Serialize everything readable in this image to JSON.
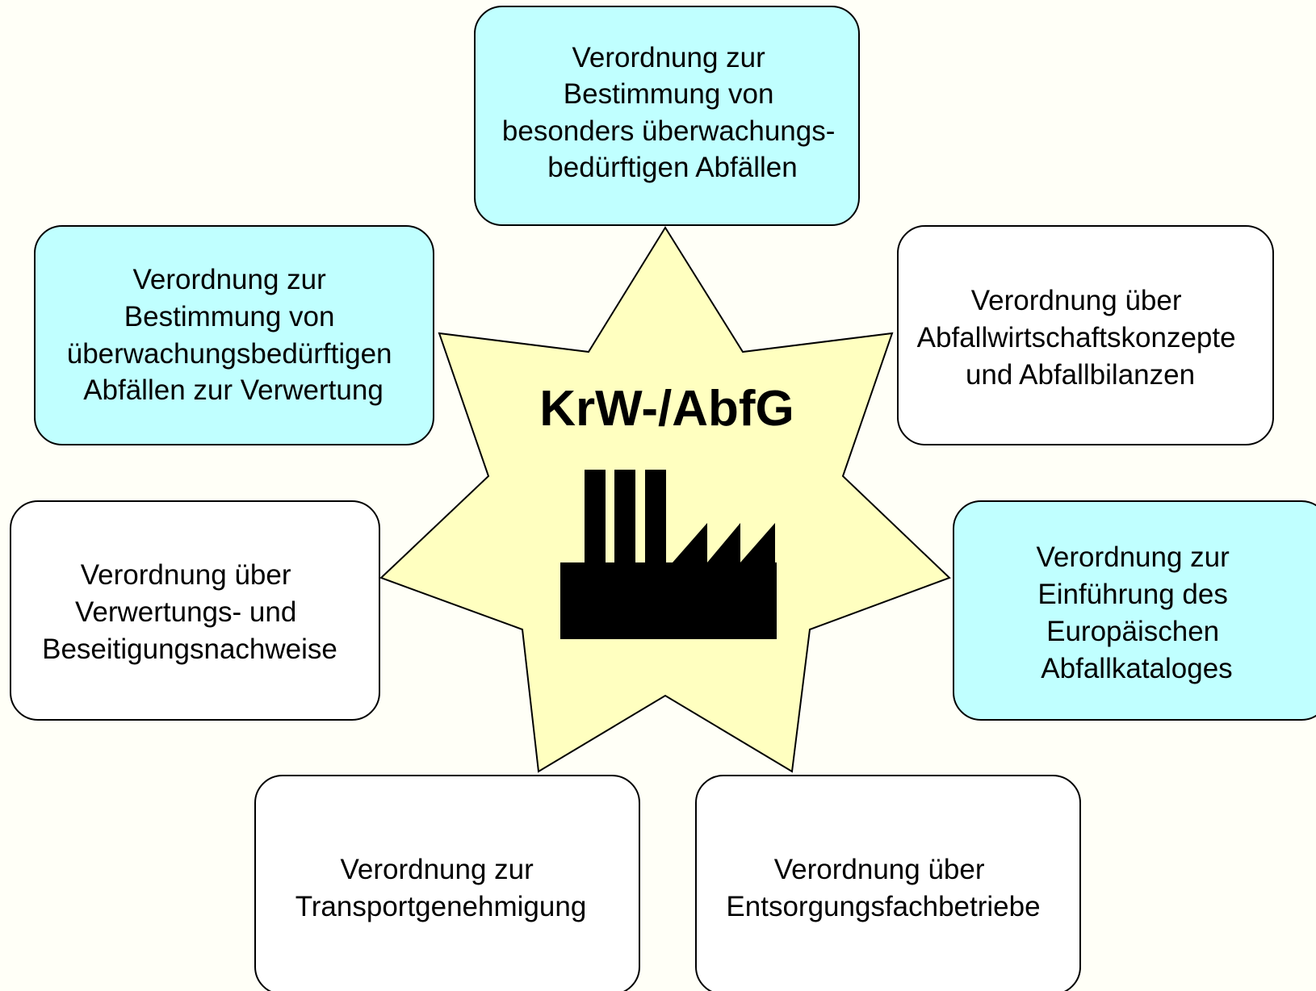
{
  "center": {
    "title": "KrW-/AbfG",
    "icon": "factory-icon",
    "star_fill": "#ffffc0"
  },
  "colors": {
    "highlight_fill": "#c0ffff",
    "plain_fill": "#ffffff",
    "stroke": "#000000"
  },
  "boxes": [
    {
      "name": "box-besonders-ueberwachungsbeduerftige-abfaelle",
      "highlight": true,
      "lines": [
        "Verordnung zur",
        "Bestimmung von",
        "besonders überwachungs-",
        "bedürftigen Abfällen"
      ]
    },
    {
      "name": "box-abfallwirtschaftskonzepte",
      "highlight": false,
      "lines": [
        "Verordnung über",
        "Abfallwirtschaftskonzepte",
        "und Abfallbilanzen"
      ]
    },
    {
      "name": "box-europaeischer-abfallkatalog",
      "highlight": true,
      "lines": [
        "Verordnung zur",
        "Einführung des",
        "Europäischen",
        "Abfallkataloges"
      ]
    },
    {
      "name": "box-entsorgungsfachbetriebe",
      "highlight": false,
      "lines": [
        "Verordnung über",
        "Entsorgungsfachbetriebe"
      ]
    },
    {
      "name": "box-transportgenehmigung",
      "highlight": false,
      "lines": [
        "Verordnung zur",
        "Transportgenehmigung"
      ]
    },
    {
      "name": "box-verwertungs-beseitigungsnachweise",
      "highlight": false,
      "lines": [
        "Verordnung über",
        "Verwertungs- und",
        "Beseitigungsnachweise"
      ]
    },
    {
      "name": "box-abfaelle-zur-verwertung",
      "highlight": true,
      "lines": [
        "Verordnung zur",
        "Bestimmung von",
        "überwachungsbedürftigen",
        "Abfällen zur Verwertung"
      ]
    }
  ]
}
